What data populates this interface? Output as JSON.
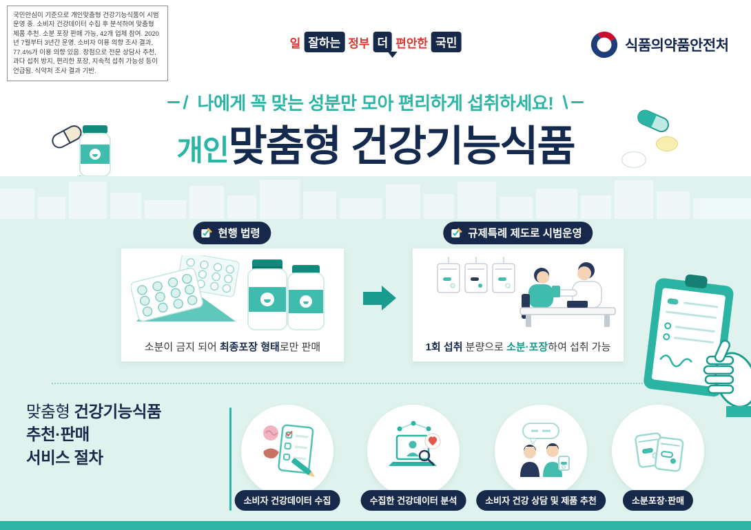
{
  "colors": {
    "teal": "#2BB4A4",
    "teal_dark": "#1A9B8D",
    "mint_background": "#DFF2EE",
    "navy": "#17294A",
    "red": "#D6372E"
  },
  "header": {
    "disclaimer": "국민안심이 기준으로 개인맞춤형 건강기능식품이 시범운영 중. 소비자 건강데이터 수집 후 분석하여 맞춤형 제품 추천. 소분 포장 판매 가능, 42개 업체 참여. 2020년 7월부터 3년간 운영. 소비자 이용 의향 조사 결과, 77.4%가 이용 의향 있음. 장점으로 전문 상담사 추천, 과다 섭취 방지, 편리한 포장, 지속적 섭취 가능성 등이 언급됨. 식약처 조사 결과 기반.",
    "slogan": {
      "w1": "일",
      "w2": "잘하는",
      "w3": "정부",
      "w4": "더",
      "w5": "편안한",
      "w6": "국민"
    },
    "agency": "식품의약품안전처"
  },
  "hero": {
    "subtitle": "나에게 꼭 맞는 성분만 모아 편리하게 섭취하세요!",
    "title_prefix": "개인",
    "title_main": "맞춤형 건강기능식품"
  },
  "comparison": {
    "before": {
      "badge": "현행 법령",
      "caption_p1": "소분이 금지 되어 ",
      "caption_p2": "최종포장 형태",
      "caption_p3": "로만 판매"
    },
    "after": {
      "badge": "규제특례 제도로 시범운영",
      "caption_p1": "1회 섭취",
      "caption_p2": " 분량으로 ",
      "caption_p3": "소분·포장",
      "caption_p4": "하여 섭취 가능"
    }
  },
  "process": {
    "title_l1a": "맞춤형 ",
    "title_l1b": "건강기능식품",
    "title_l2": "추천·판매",
    "title_l3": "서비스 절차",
    "steps": [
      "소비자 건강데이터 수집",
      "수집한 건강데이터 분석",
      "소비자 건강 상담 및 제품 추천",
      "소분포장·판매"
    ]
  }
}
